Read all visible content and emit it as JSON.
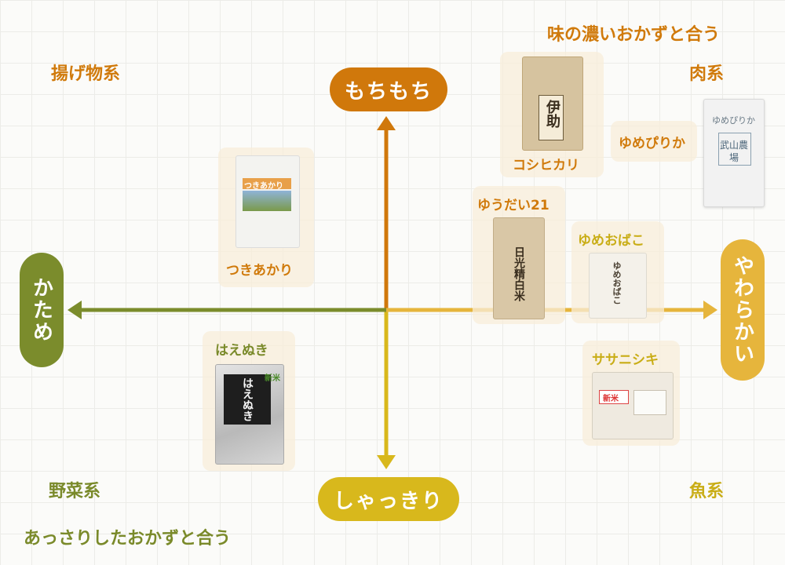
{
  "axes": {
    "top": "もちもち",
    "bottom": "しゃっきり",
    "left": "かため",
    "right": "やわらかい"
  },
  "corners": {
    "top_left": "揚げ物系",
    "top_right_main": "味の濃いおかずと合う",
    "top_right_sub": "肉系",
    "bottom_left_main": "野菜系",
    "bottom_left_sub": "あっさりしたおかずと合う",
    "bottom_right": "魚系"
  },
  "varieties": {
    "koshihikari": {
      "label": "コシヒカリ",
      "package_text": "伊助"
    },
    "yumepirika": {
      "label": "ゆめぴりか",
      "package_text": "ゆめぴりか",
      "package_brand": "武山農場"
    },
    "tsukiakari": {
      "label": "つきあかり",
      "package_text": "つきあかり"
    },
    "yudai21": {
      "label": "ゆうだい21",
      "package_text": "日光精白米"
    },
    "yumeobako": {
      "label": "ゆめおばこ",
      "package_text": "ゆめおばこ"
    },
    "haenuki": {
      "label": "はえぬき",
      "package_text": "はえぬき",
      "package_tag": "新米"
    },
    "sasanishiki": {
      "label": "ササニシキ",
      "package_tag": "新米"
    }
  },
  "colors": {
    "mochi": "#d0780b",
    "shakkiri": "#d8b81c",
    "katame": "#7b8c2c",
    "yawarakai": "#e6b53c"
  }
}
